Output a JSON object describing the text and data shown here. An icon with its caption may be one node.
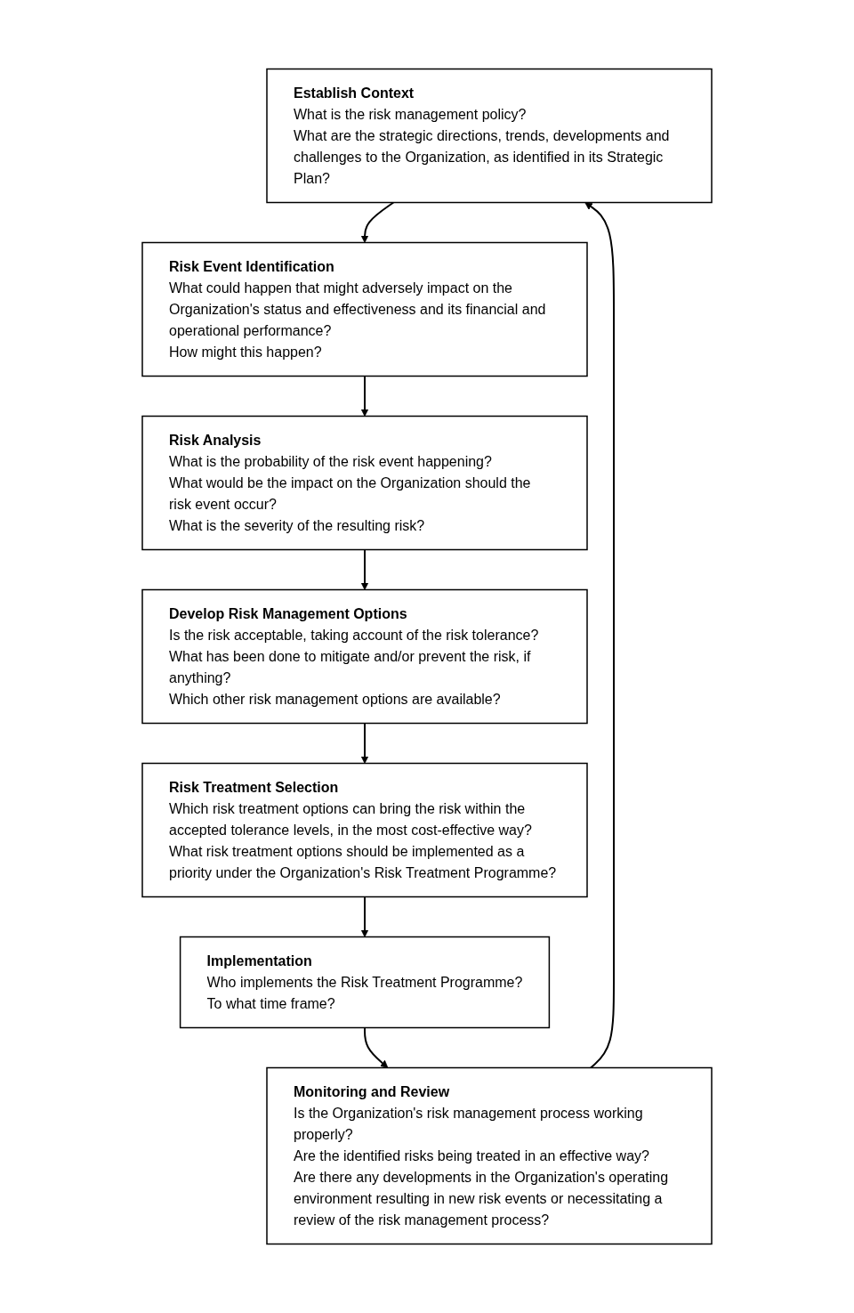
{
  "diagram": {
    "nodes": [
      {
        "text": [
          "Establish Context",
          "What is the risk management policy?",
          "What are the strategic directions, trends, developments and challenges to the Organization, as identified in its Strategic Plan?"
        ]
      },
      {
        "text": [
          "Risk Event Identification",
          "What could happen that might adversely impact on the Organization's status and effectiveness and its financial and operational performance?",
          "How might this happen?"
        ]
      },
      {
        "text": [
          "Risk Analysis",
          "What is the probability of the risk event happening?",
          "What would be the impact on the Organization should the risk event occur?",
          "What is the severity of the resulting risk?"
        ]
      },
      {
        "text": [
          "Develop Risk Management Options",
          "Is the risk acceptable, taking account of the risk tolerance?",
          "What has been done to mitigate and/or prevent the risk, if anything?",
          "Which other risk management options are available?"
        ]
      },
      {
        "text": [
          "Risk Treatment Selection",
          "Which risk treatment options can bring the risk within the accepted tolerance levels, in the most cost-effective way?",
          "What risk treatment options should be implemented as a priority under the Organization's Risk Treatment Programme?"
        ]
      },
      {
        "text": [
          "Implementation",
          "Who implements the Risk Treatment Programme?",
          "To what time frame?"
        ]
      },
      {
        "text": [
          "Monitoring and Review",
          "Is the Organization's risk management process working properly?",
          "Are the identified risks being treated in an effective way?",
          "Are there any developments in the Organization's operating environment resulting in new risk events or necessitating a review of the risk management process?"
        ]
      }
    ],
    "edges": [
      {
        "from": 0,
        "to": 1,
        "arrow": "to"
      },
      {
        "from": 1,
        "to": 2,
        "arrow": "to"
      },
      {
        "from": 2,
        "to": 3,
        "arrow": "to"
      },
      {
        "from": 3,
        "to": 4,
        "arrow": "to"
      },
      {
        "from": 4,
        "to": 5,
        "arrow": "to"
      },
      {
        "from": 5,
        "to": 6,
        "arrow": "to"
      },
      {
        "from": 6,
        "to": 0,
        "arrow": "to"
      }
    ]
  }
}
